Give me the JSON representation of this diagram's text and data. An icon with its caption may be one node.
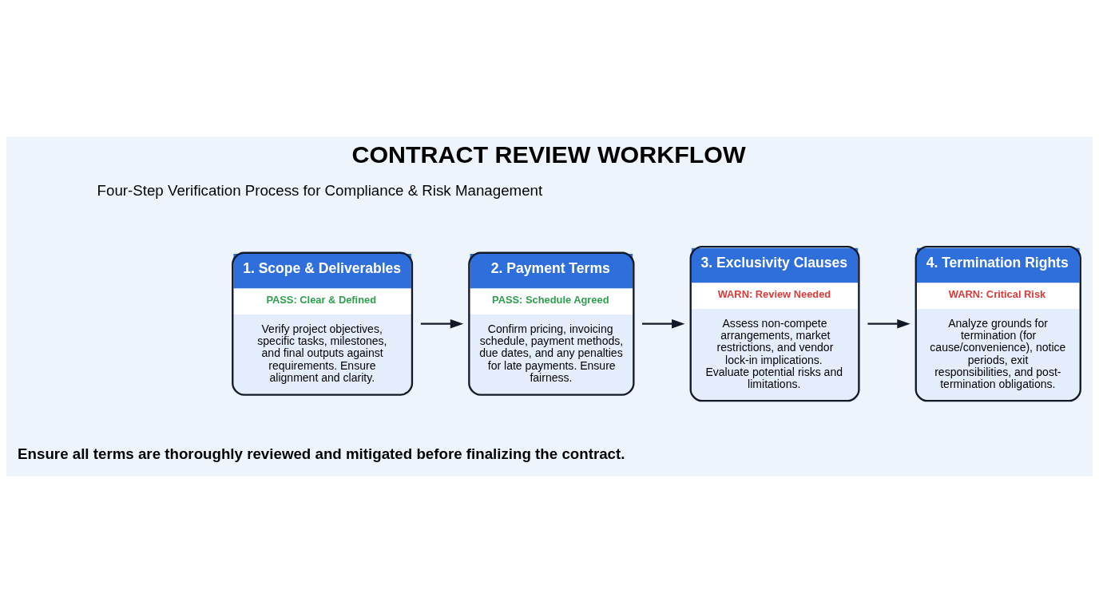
{
  "diagram": {
    "title": "CONTRACT REVIEW WORKFLOW",
    "nodes": [
      {
        "text": [
          "1. Scope & Deliverables",
          "PASS: Clear & Defined",
          "Verify project objectives, specific tasks, milestones, and final outputs against requirements. Ensure alignment and clarity."
        ]
      },
      {
        "text": [
          "2. Payment Terms",
          "PASS: Schedule Agreed",
          "Confirm pricing, invoicing schedule, payment methods, due dates, and any penalties for late payments. Ensure fairness."
        ]
      },
      {
        "text": [
          "3. Exclusivity Clauses",
          "WARN: Review Needed",
          "Assess non-compete arrangements, market restrictions, and vendor lock-in implications. Evaluate potential risks and limitations."
        ]
      },
      {
        "text": [
          "4. Termination Rights",
          "WARN: Critical Risk",
          "Analyze grounds for termination (for cause/convenience), notice periods, exit responsibilities, and post-termination obligations."
        ]
      }
    ],
    "edges": [
      {
        "from": 0,
        "to": 1,
        "arrow": "to"
      },
      {
        "from": 1,
        "to": 2,
        "arrow": "to"
      },
      {
        "from": 2,
        "to": 3,
        "arrow": "to"
      }
    ],
    "labels": [
      "Four-Step Verification Process for Compliance & Risk Management",
      "Ensure all terms are thoroughly reviewed and mitigated before finalizing the contract."
    ]
  }
}
